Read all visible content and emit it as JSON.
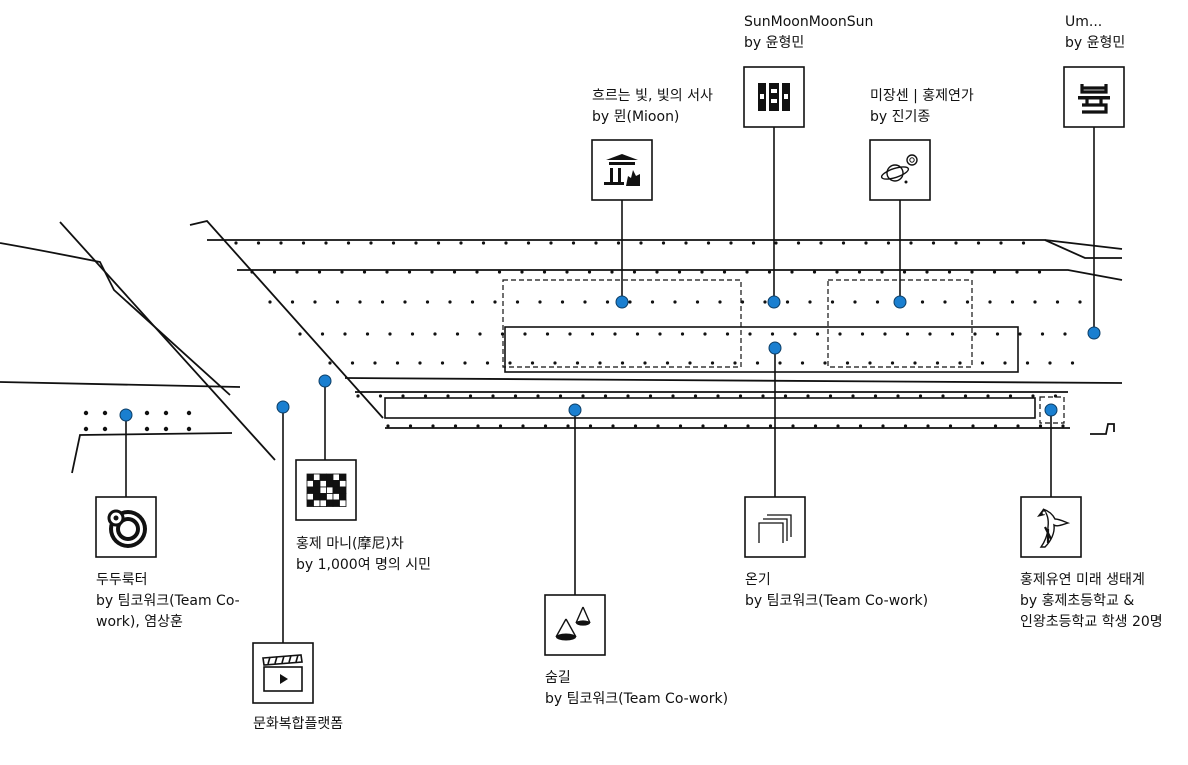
{
  "colors": {
    "marker": "#1a7fd0",
    "line": "#111111",
    "background": "#ffffff"
  },
  "installations": [
    {
      "id": "sunmoon",
      "icon": "sunmoon-symbol-icon",
      "title_lines": [
        "SunMoonMoonSun"
      ],
      "artist_lines": [
        "by 윤형민"
      ]
    },
    {
      "id": "um",
      "icon": "um-symbol-icon",
      "title_lines": [
        "Um..."
      ],
      "artist_lines": [
        "by 윤형민"
      ]
    },
    {
      "id": "light",
      "icon": "palace-icon",
      "title_lines": [
        "흐르는 빛, 빛의 서사"
      ],
      "artist_lines": [
        "by 뮌(Mioon)"
      ]
    },
    {
      "id": "mise",
      "icon": "planets-icon",
      "title_lines": [
        "미장센 | 홍제연가"
      ],
      "artist_lines": [
        "by 진기종"
      ]
    },
    {
      "id": "dudu",
      "icon": "rings-icon",
      "title_lines": [
        "두두룩터"
      ],
      "artist_lines": [
        "by 팀코워크(Team Co-",
        "work), 염상훈"
      ]
    },
    {
      "id": "money",
      "icon": "grid-pattern-icon",
      "title_lines": [
        "홍제 마니(摩尼)차"
      ],
      "artist_lines": [
        "by 1,000여 명의 시민"
      ]
    },
    {
      "id": "platform",
      "icon": "film-play-icon",
      "title_lines": [
        "문화복합플랫폼"
      ],
      "artist_lines": []
    },
    {
      "id": "breath",
      "icon": "cones-icon",
      "title_lines": [
        "숨길"
      ],
      "artist_lines": [
        "by 팀코워크(Team Co-work)"
      ]
    },
    {
      "id": "warmth",
      "icon": "frames-icon",
      "title_lines": [
        "온기"
      ],
      "artist_lines": [
        "by 팀코워크(Team Co-work)"
      ]
    },
    {
      "id": "eco",
      "icon": "bird-icon",
      "title_lines": [
        "홍제유연 미래 생태계"
      ],
      "artist_lines": [
        "by 홍제초등학교 &",
        "인왕초등학교 학생 20명"
      ]
    }
  ]
}
